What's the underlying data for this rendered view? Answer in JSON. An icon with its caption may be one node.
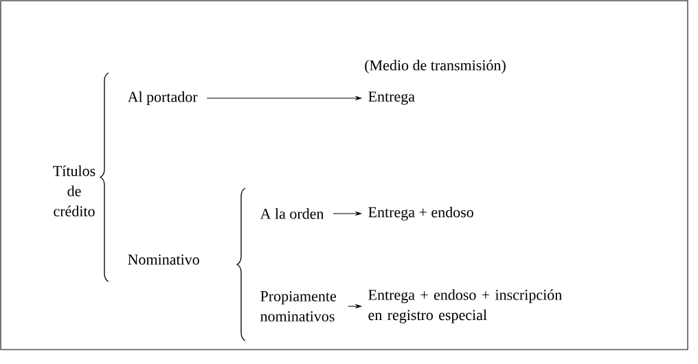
{
  "diagram": {
    "nodes": [
      {
        "text": [
          "Títulos de crédito"
        ]
      },
      {
        "text": [
          "Al portador"
        ]
      },
      {
        "text": [
          "Nominativo"
        ]
      },
      {
        "text": [
          "A la orden"
        ]
      },
      {
        "text": [
          "Propiamente nominativos"
        ]
      },
      {
        "text": [
          "Entrega"
        ]
      },
      {
        "text": [
          "Entrega + endoso"
        ]
      },
      {
        "text": [
          "Entrega + endoso + inscripción en registro especial"
        ]
      }
    ],
    "edges": [
      {
        "from": 1,
        "to": 5,
        "arrow": "to"
      },
      {
        "from": 3,
        "to": 6,
        "arrow": "to"
      },
      {
        "from": 4,
        "to": 7,
        "arrow": "to"
      }
    ],
    "labels": [
      "(Medio de transmisión)"
    ]
  }
}
